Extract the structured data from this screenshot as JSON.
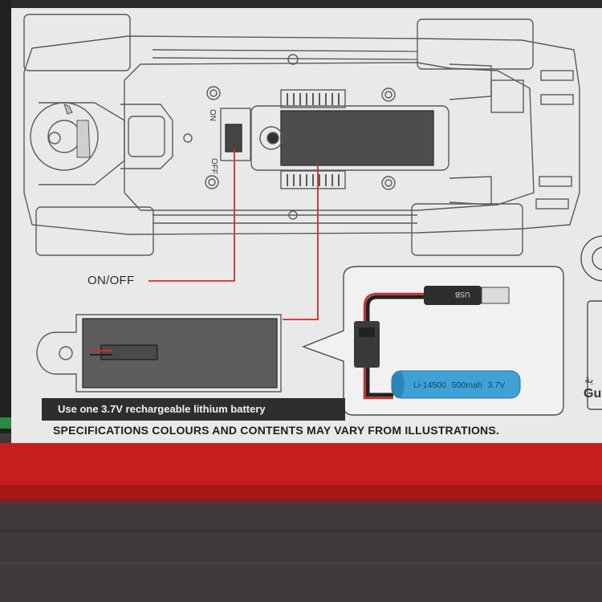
{
  "labels": {
    "switch_on": "ON",
    "switch_off": "OFF",
    "onoff": "ON/OFF",
    "usb": "USB",
    "battery_cell": "Li-14500   500mah   3.7V",
    "battery_note": "Use one 3.7V rechargeable lithium battery",
    "disclaimer": "SPECIFICATIONS COLOURS AND CONTENTS MAY VARY FROM ILLUSTRATIONS.",
    "brand_partial": "Gu",
    "arabic_partial": "ية"
  },
  "colors": {
    "panel": "#e9e9e9",
    "red_band": "#c81d1d",
    "leader_line": "#d32a2a",
    "battery_cell": "#3fa2d6",
    "note_bar": "#2e2e30",
    "carpet": "#3f3a39"
  }
}
